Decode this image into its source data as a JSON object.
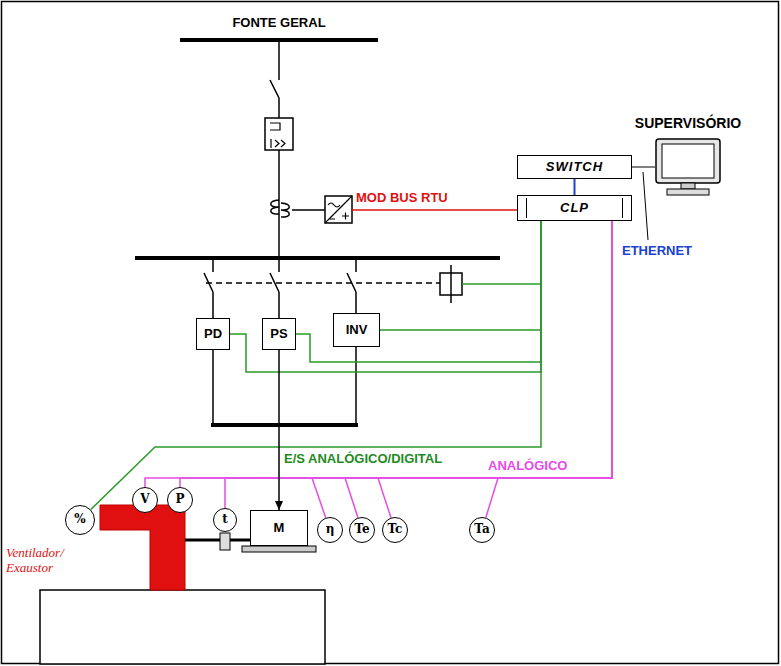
{
  "diagram": {
    "nodes": [
      {
        "text": [
          "SUPERVISÓRIO"
        ]
      },
      {
        "text": [
          "SWITCH"
        ]
      },
      {
        "text": [
          "CLP"
        ]
      },
      {
        "text": [
          "PD"
        ]
      },
      {
        "text": [
          "PS"
        ]
      },
      {
        "text": [
          "INV"
        ]
      },
      {
        "text": [
          "%"
        ]
      },
      {
        "text": [
          "V"
        ]
      },
      {
        "text": [
          "P"
        ]
      },
      {
        "text": [
          "t"
        ]
      },
      {
        "text": [
          "M"
        ]
      },
      {
        "text": [
          "η"
        ]
      },
      {
        "text": [
          "Te"
        ]
      },
      {
        "text": [
          "Tc"
        ]
      },
      {
        "text": [
          "Ta"
        ]
      }
    ],
    "edges": [
      {
        "from": 1,
        "to": 2,
        "arrow": "none"
      },
      {
        "from": 1,
        "to": 0,
        "arrow": "none"
      },
      {
        "from": 2,
        "to": 3,
        "arrow": "none"
      },
      {
        "from": 2,
        "to": 4,
        "arrow": "none"
      },
      {
        "from": 2,
        "to": 5,
        "arrow": "none"
      },
      {
        "from": 2,
        "to": 6,
        "arrow": "none"
      },
      {
        "from": 2,
        "to": 7,
        "arrow": "none"
      },
      {
        "from": 2,
        "to": 8,
        "arrow": "none"
      },
      {
        "from": 2,
        "to": 9,
        "arrow": "none"
      },
      {
        "from": 2,
        "to": 11,
        "arrow": "none"
      },
      {
        "from": 2,
        "to": 12,
        "arrow": "none"
      },
      {
        "from": 2,
        "to": 13,
        "arrow": "none"
      },
      {
        "from": 2,
        "to": 14,
        "arrow": "none"
      },
      {
        "from": 4,
        "to": 10,
        "arrow": "to"
      }
    ],
    "labels": [
      "FONTE GERAL",
      "MOD BUS RTU",
      "ETHERNET",
      "E/S ANALÓGICO/DIGITAL",
      "ANALÓGICO",
      "Ventilador/ Exaustor"
    ]
  }
}
